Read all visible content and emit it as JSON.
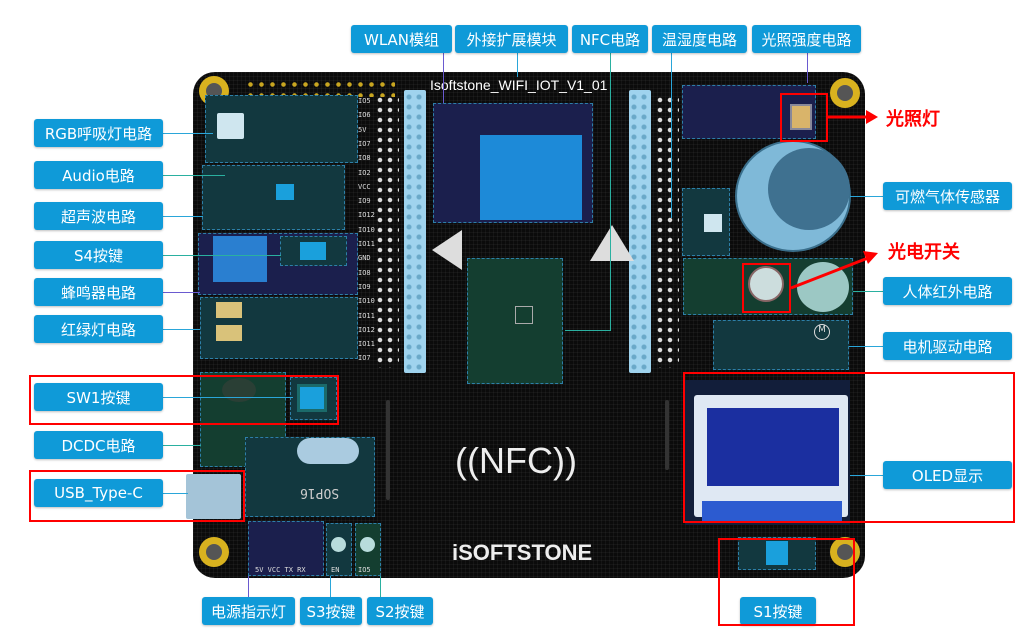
{
  "board": {
    "title": "Isoftstone_WIFI_IOT_V1_01",
    "nfc_logo": "((NFC))",
    "brand_logo": "iSOFTSTONE",
    "chip_label": "SOP16"
  },
  "labels": {
    "left": [
      "RGB呼吸灯电路",
      "Audio电路",
      "超声波电路",
      "S4按键",
      "蜂鸣器电路",
      "红绿灯电路",
      "SW1按键",
      "DCDC电路",
      "USB_Type-C"
    ],
    "top": [
      "WLAN模组",
      "外接扩展模块",
      "NFC电路",
      "温湿度电路",
      "光照强度电路"
    ],
    "right": [
      "可燃气体传感器",
      "人体红外电路",
      "电机驱动电路",
      "OLED显示"
    ],
    "bottom": [
      "电源指示灯",
      "S3按键",
      "S2按键",
      "S1按键"
    ]
  },
  "annotations": {
    "light_lamp": "光照灯",
    "photo_switch": "光电开关"
  },
  "silk": {
    "left_header": [
      "IO5",
      "IO6",
      "5V",
      "IO7",
      "IO8",
      "IO2",
      "VCC",
      "IO9",
      "IO12",
      "IO10",
      "IO11",
      "GND",
      "IO8",
      "IO9",
      "IO10",
      "IO11",
      "IO12",
      "IO11",
      "IO7"
    ],
    "power_leds": "5V VCC TX RX",
    "s3": "EN",
    "s2": "IO5"
  },
  "colors": {
    "label": "#0f9ad8",
    "highlight": "#ff0000",
    "board": "#0b0b0b"
  }
}
